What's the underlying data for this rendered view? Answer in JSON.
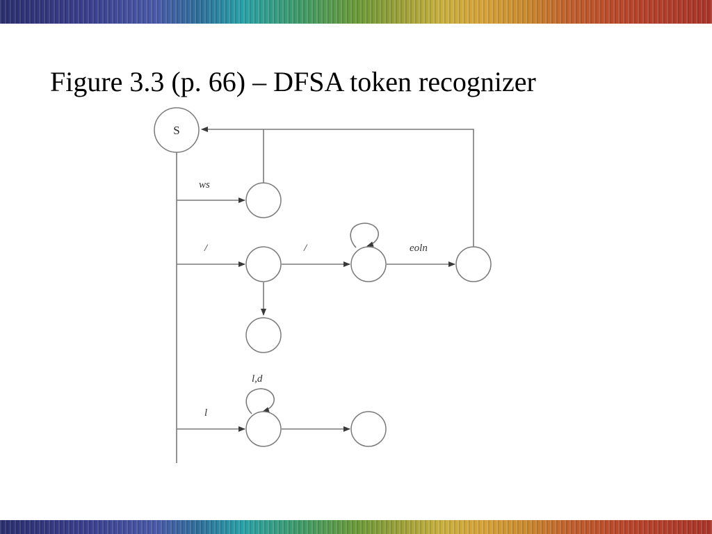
{
  "slide": {
    "title": "Figure 3.3 (p. 66) – DFSA token recognizer"
  },
  "diagram": {
    "start_state_label": "S",
    "edge_labels": {
      "whitespace": "ws",
      "slash_1": "/",
      "slash_2": "/",
      "end_of_line": "eoln",
      "letter": "l",
      "letter_digit_loop": "l,d"
    }
  },
  "colors": {
    "line": "#7a7a7a",
    "text": "#000000",
    "background": "#ffffff"
  }
}
